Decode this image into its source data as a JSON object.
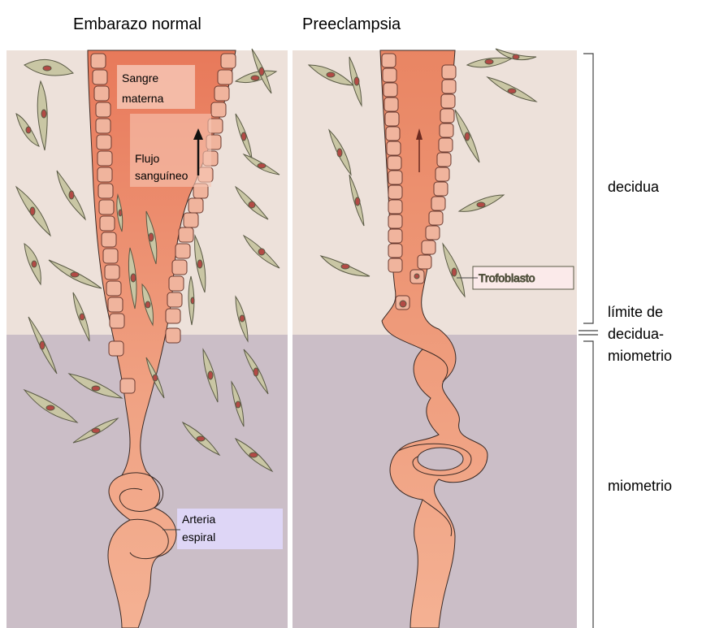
{
  "titles": {
    "normal": "Embarazo normal",
    "preeclampsia": "Preeclampsia"
  },
  "labels": {
    "sangre_materna_1": "Sangre",
    "sangre_materna_2": "materna",
    "flujo_1": "Flujo",
    "flujo_2": "sanguíneo",
    "trofoblasto": "Trofoblasto",
    "arteria_1": "Arteria",
    "arteria_2": "espiral"
  },
  "layers": {
    "decidua": "decidua",
    "limite_1": "límite de",
    "limite_2": "decidua-",
    "limite_3": "miometrio",
    "miometrio": "miometrio"
  },
  "colors": {
    "decidua_bg": "#ede1da",
    "myometrium_bg": "#cbbec7",
    "artery": "#f2a98a",
    "artery_dark": "#e98563",
    "cell_fill": "#f0b49d",
    "stromal": "#c9c6a4",
    "stromal_nucleus": "#b24a45",
    "label_box_pink": "#f6c6b4",
    "label_box_blue": "#ded6f6"
  }
}
